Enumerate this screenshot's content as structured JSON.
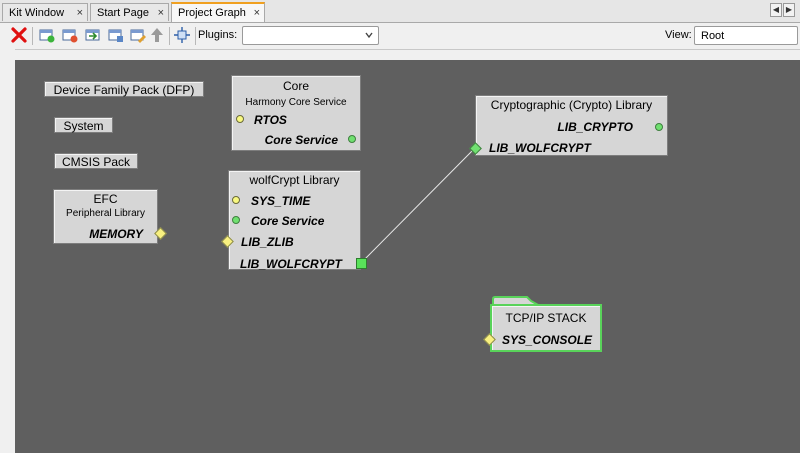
{
  "tabs": [
    {
      "label": "Kit Window",
      "closable": true,
      "active": false
    },
    {
      "label": "Start Page",
      "closable": true,
      "active": false
    },
    {
      "label": "Project Graph",
      "closable": true,
      "active": true
    }
  ],
  "tab_close_glyph": "×",
  "nav": {
    "prev": "◀",
    "next": "▶"
  },
  "toolbar": {
    "icons": [
      "delete-icon",
      "new-component-icon",
      "remove-component-icon",
      "import-icon",
      "export-icon",
      "edit-icon",
      "move-up-icon",
      "auto-arrange-icon"
    ],
    "plugins_label": "Plugins:",
    "plugins_value": "",
    "view_label": "View:",
    "view_value": "Root"
  },
  "graph": {
    "nodes": {
      "dfp": {
        "title": "Device Family Pack (DFP)"
      },
      "system": {
        "title": "System"
      },
      "cmsis": {
        "title": "CMSIS Pack"
      },
      "efc": {
        "title": "EFC",
        "subtitle": "Peripheral Library",
        "ports": [
          "MEMORY"
        ]
      },
      "core": {
        "title": "Core",
        "subtitle": "Harmony Core Service",
        "ports": [
          "RTOS",
          "Core Service"
        ]
      },
      "wolfcrypt": {
        "title": "wolfCrypt Library",
        "ports": [
          "SYS_TIME",
          "Core Service",
          "LIB_ZLIB",
          "LIB_WOLFCRYPT"
        ]
      },
      "crypto": {
        "title": "Cryptographic (Crypto) Library",
        "ports": [
          "LIB_CRYPTO",
          "LIB_WOLFCRYPT"
        ]
      },
      "tcpip": {
        "title": "TCP/IP STACK",
        "ports": [
          "SYS_CONSOLE"
        ]
      }
    },
    "connections": [
      {
        "from": "wolfCrypt Library.LIB_WOLFCRYPT",
        "to": "Cryptographic (Crypto) Library.LIB_WOLFCRYPT"
      }
    ],
    "colors": {
      "canvas": "#5f5f5f",
      "node": "#d6d6d6",
      "selected_border": "#59d35a",
      "connected_port": "#59e35a",
      "optional_port": "#f8f880"
    }
  }
}
